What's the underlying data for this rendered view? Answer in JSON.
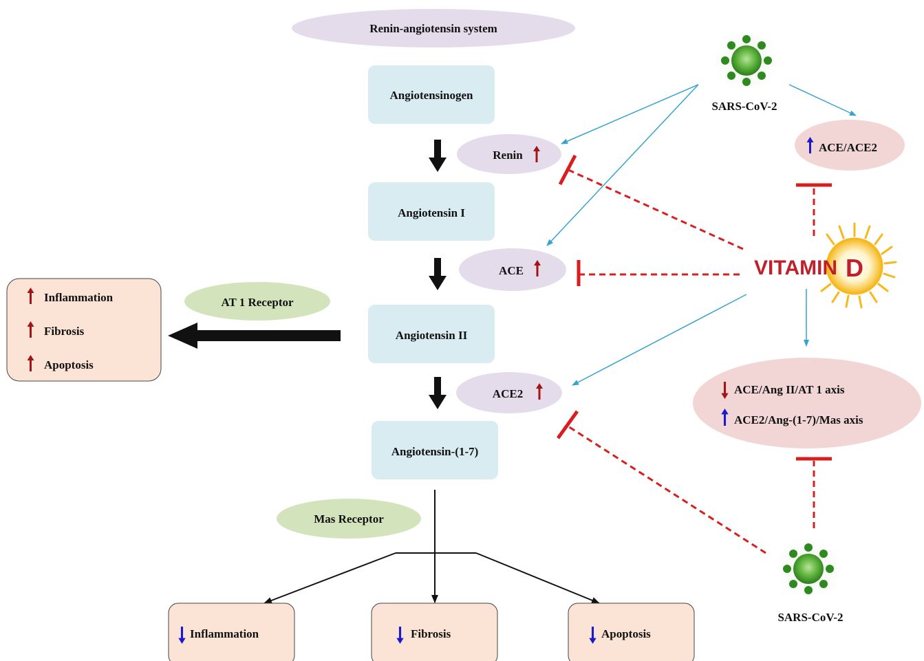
{
  "title": "Renin-angiotensin system",
  "pathway": {
    "angiotensinogen": "Angiotensinogen",
    "angiotensin_i": "Angiotensin I",
    "angiotensin_ii": "Angiotensin II",
    "angiotensin_1_7": "Angiotensin-(1-7)"
  },
  "enzymes": {
    "renin": "Renin",
    "ace": "ACE",
    "ace2": "ACE2"
  },
  "receptors": {
    "at1": "AT 1 Receptor",
    "mas": "Mas Receptor"
  },
  "at1_effects": [
    "Inflammation",
    "Fibrosis",
    "Apoptosis"
  ],
  "mas_effects": {
    "inflammation": "Inflammation",
    "fibrosis": "Fibrosis",
    "apoptosis": "Apoptosis"
  },
  "virus_top": "SARS-CoV-2",
  "virus_bottom": "SARS-CoV-2",
  "ace_ace2_ratio": "ACE/ACE2",
  "vitamin": {
    "word": "VITAMIN",
    "letter": "D"
  },
  "vitamin_effects": {
    "down": "ACE/Ang II/AT 1 axis",
    "up": "ACE2/Ang-(1-7)/Mas axis"
  },
  "colors": {
    "up_arrow": "#a31515",
    "down_arrow": "#1a1acc",
    "inhibition": "#d81e1e",
    "virus_link": "#36a3cf",
    "box_pathway": "#d9ecf2",
    "ellipse_enzyme": "#e4dcea",
    "ellipse_receptor": "#d3e4bd",
    "box_effect": "#fbe4d5",
    "ellipse_vitamin_effect": "#f2d6d6",
    "vitamin_text": "#c0202a",
    "sun": "#f6b81c"
  }
}
